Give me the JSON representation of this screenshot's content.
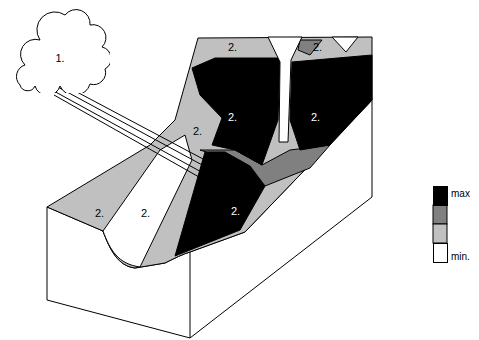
{
  "diagram": {
    "nodes": [
      {
        "text": [
          "1."
        ]
      }
    ],
    "labels": [
      "2.",
      "2.",
      "2.",
      "2.",
      "2.",
      "2.",
      "2.",
      "2."
    ],
    "legend": [
      {
        "text": "max",
        "color": "#000000"
      },
      {
        "text": "min.",
        "color": "#ffffff"
      }
    ]
  }
}
